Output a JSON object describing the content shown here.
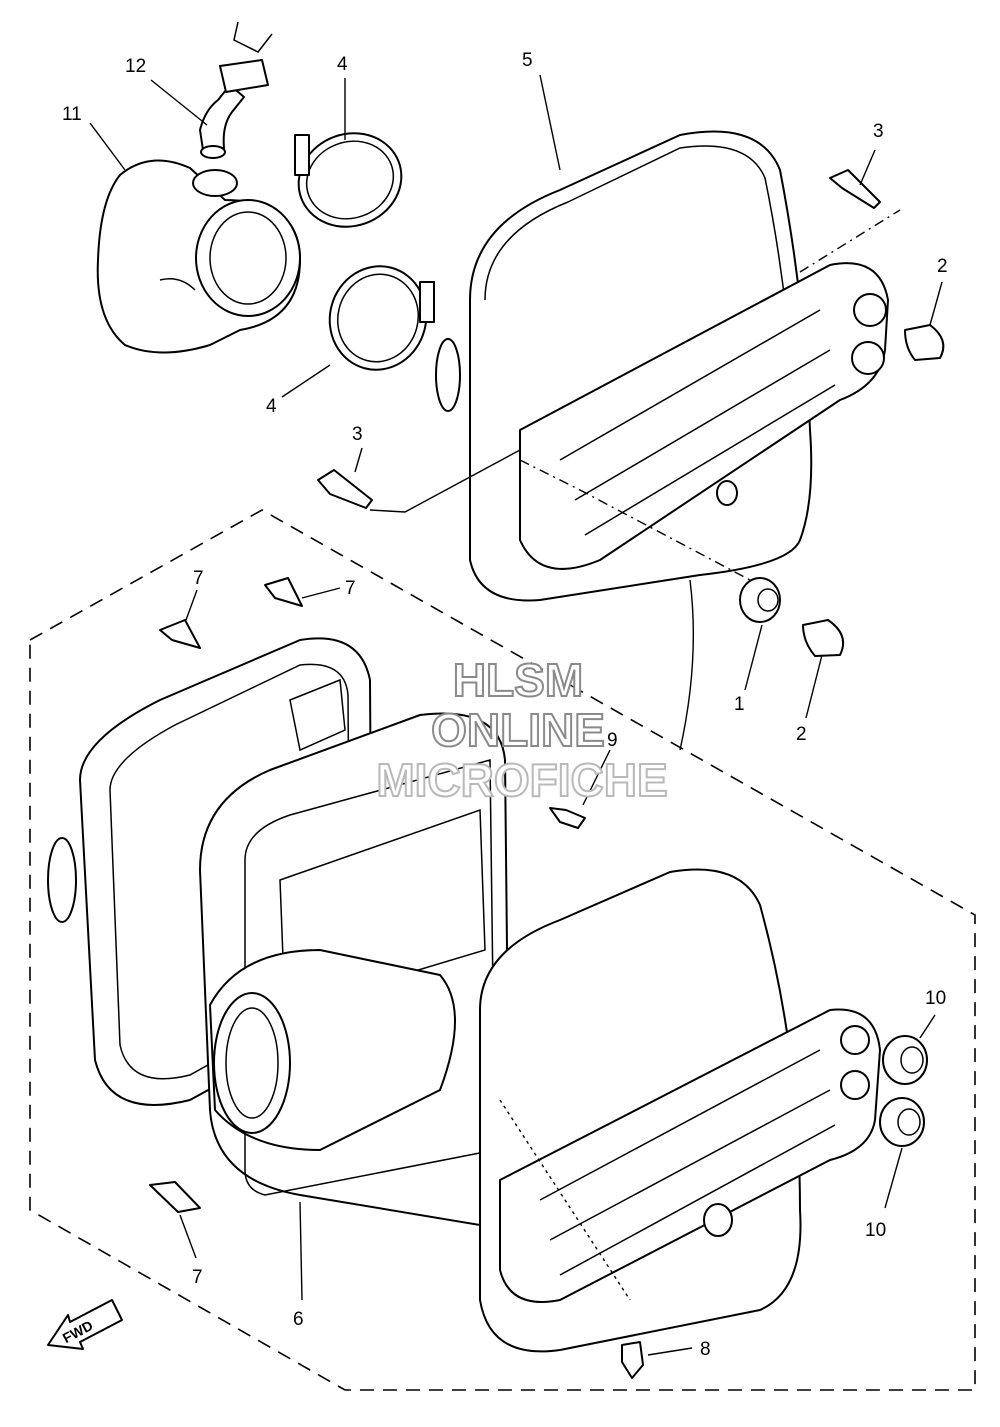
{
  "watermark": {
    "line1": "HLSM",
    "line2": "ONLINE",
    "line3": "MICROFICHE"
  },
  "direction_badge": "FWD",
  "callouts": [
    "12",
    "11",
    "4",
    "5",
    "3",
    "2",
    "4",
    "3",
    "7",
    "7",
    "1",
    "2",
    "9",
    "10",
    "10",
    "7",
    "6",
    "8"
  ]
}
